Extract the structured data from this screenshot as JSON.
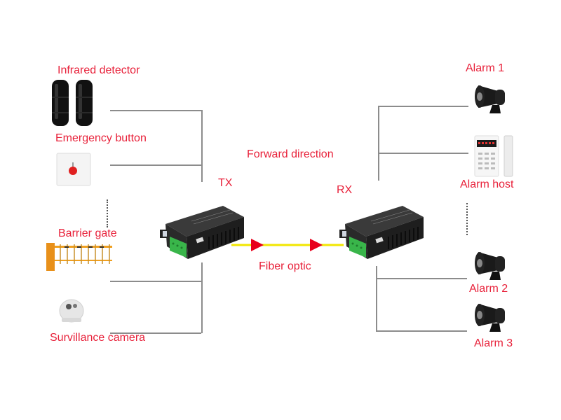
{
  "diagram": {
    "title": "",
    "colors": {
      "label": "#e8213a",
      "wire": "#8c8c8c",
      "fiber": "#f2e600",
      "arrow": "#e8001c"
    },
    "direction_label": "Forward direction",
    "fiber_label": "Fiber optic",
    "transmitter": {
      "label": "TX",
      "icon": "media-converter-icon"
    },
    "receiver": {
      "label": "RX",
      "icon": "media-converter-icon"
    },
    "inputs": [
      {
        "label": "Infrared detector",
        "icon": "infrared-detector-icon"
      },
      {
        "label": "Emergency button",
        "icon": "emergency-button-icon"
      },
      {
        "label": "Barrier gate",
        "icon": "barrier-gate-icon"
      },
      {
        "label": "Survillance camera",
        "icon": "dome-camera-icon"
      }
    ],
    "outputs": [
      {
        "label": "Alarm 1",
        "icon": "siren-icon"
      },
      {
        "label": "Alarm host",
        "icon": "alarm-keypad-icon"
      },
      {
        "label": "Alarm 2",
        "icon": "siren-icon"
      },
      {
        "label": "Alarm 3",
        "icon": "siren-icon"
      }
    ],
    "ellipsis_note": "more devices"
  }
}
